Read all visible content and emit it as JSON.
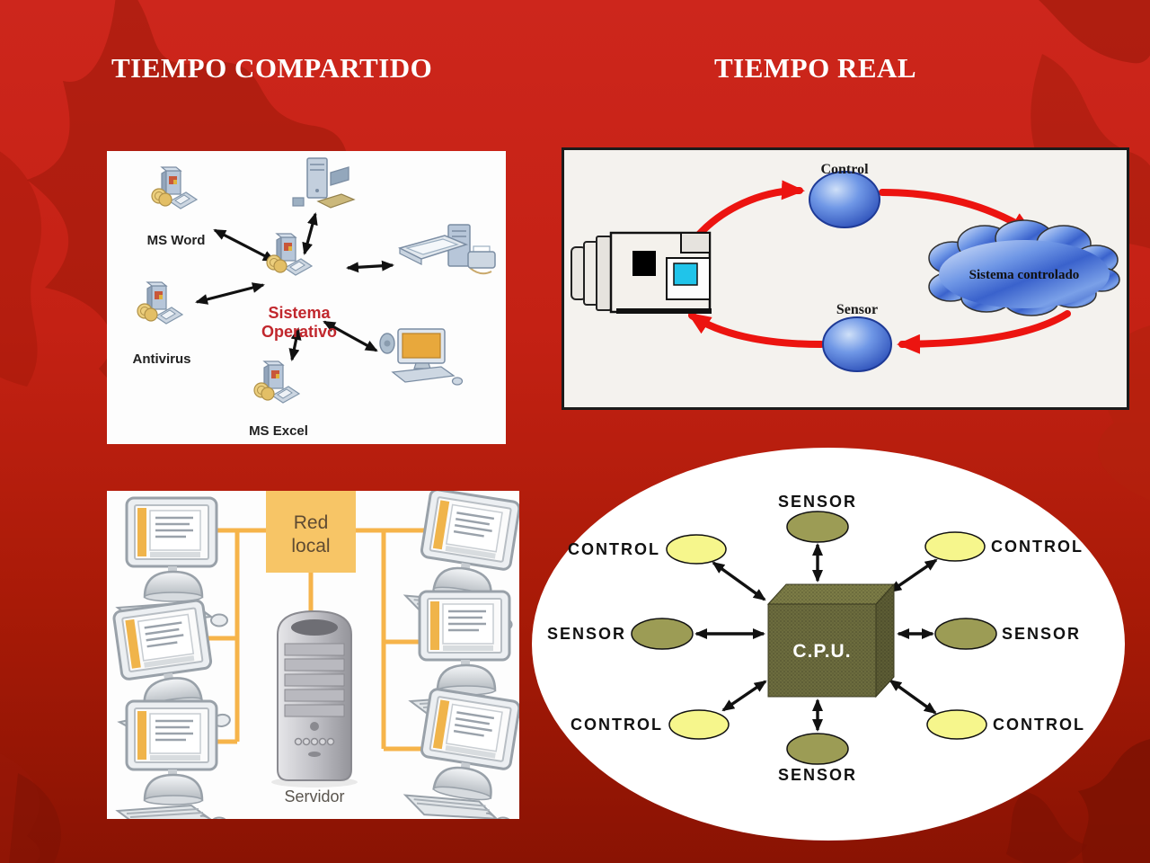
{
  "slide": {
    "title_left": "TIEMPO COMPARTIDO",
    "title_right": "TIEMPO REAL"
  },
  "shared_time_diagram": {
    "center_label_line1": "Sistema",
    "center_label_line2": "Operativo",
    "nodes": [
      {
        "label": "MS Word"
      },
      {
        "label": "Antivirus"
      },
      {
        "label": "MS Excel"
      }
    ]
  },
  "real_time_loop_diagram": {
    "top_node": "Control",
    "bottom_node": "Sensor",
    "cloud_label": "Sistema controlado"
  },
  "network_diagram": {
    "hub_label_line1": "Red",
    "hub_label_line2": "local",
    "server_label": "Servidor"
  },
  "cpu_diagram": {
    "center_label": "C.P.U.",
    "nodes": [
      {
        "position": "top",
        "label": "SENSOR"
      },
      {
        "position": "top-left",
        "label": "CONTROL"
      },
      {
        "position": "top-right",
        "label": "CONTROL"
      },
      {
        "position": "left",
        "label": "SENSOR"
      },
      {
        "position": "right",
        "label": "SENSOR"
      },
      {
        "position": "bottom-left",
        "label": "CONTROL"
      },
      {
        "position": "bottom-right",
        "label": "CONTROL"
      },
      {
        "position": "bottom",
        "label": "SENSOR"
      }
    ]
  },
  "colors": {
    "background_red_top": "#cd261c",
    "background_red_bottom": "#8a1303",
    "loop_arrow_red": "#ec1410",
    "os_label_red": "#c1272d",
    "sensor_olive": "#9c9c55",
    "control_yellow": "#f6f68c",
    "hub_orange": "#f7c566",
    "line_orange": "#f6b44a"
  }
}
